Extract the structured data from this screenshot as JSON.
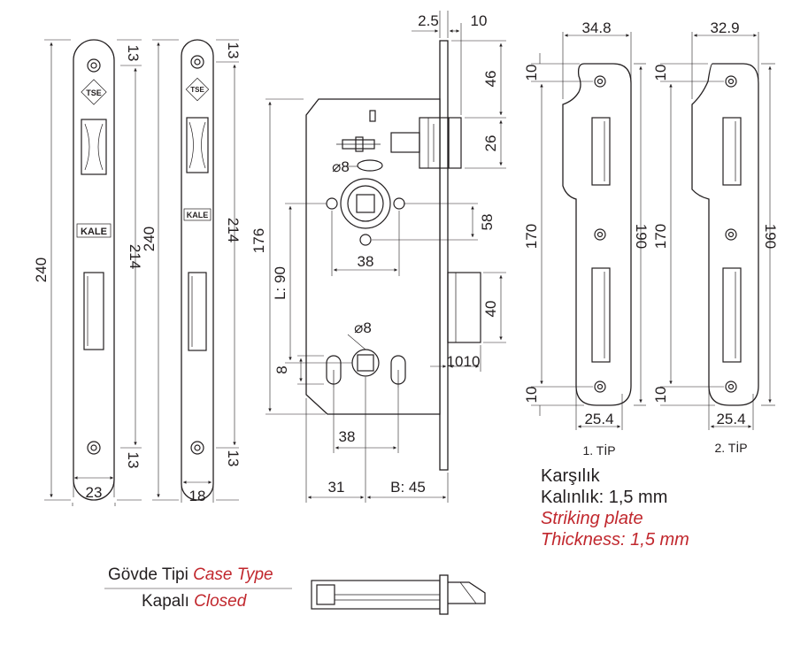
{
  "faceplate_a": {
    "length": "240",
    "hole_spacing": "214",
    "end_offset_top": "13",
    "end_offset_bottom": "13",
    "width": "23"
  },
  "faceplate_b": {
    "length": "240",
    "hole_spacing": "214",
    "end_offset_top": "13",
    "end_offset_bottom": "13",
    "width": "18"
  },
  "logos": {
    "tse": "TSE",
    "kale": "KALE"
  },
  "lock_body": {
    "faceplate_thickness": "2.5",
    "latch_projection": "10",
    "latch_offset_top": "46",
    "latch_height": "26",
    "follower_hole": "⌀8",
    "follower_spacing": "58",
    "follower_width": "38",
    "body_height": "176",
    "center_distance": "L: 90",
    "deadbolt_height": "40",
    "deadbolt_projection_a": "10",
    "deadbolt_projection_b": "10",
    "key_hole": "⌀8",
    "keyhole_slot": "8",
    "key_width": "38",
    "edge_offset": "31",
    "backset": "B: 45"
  },
  "strike_1": {
    "width": "34.8",
    "top_offset": "10",
    "bottom_offset": "10",
    "hole_spacing": "170",
    "length": "190",
    "slot_width": "25.4",
    "label": "1. TİP"
  },
  "strike_2": {
    "width": "32.9",
    "top_offset": "10",
    "bottom_offset": "10",
    "hole_spacing": "170",
    "length": "190",
    "slot_width": "25.4",
    "label": "2. TİP"
  },
  "strike_note": {
    "title_tr": "Karşılık",
    "thickness_tr": "Kalınlık: 1,5 mm",
    "title_en": "Striking plate",
    "thickness_en": "Thickness: 1,5 mm"
  },
  "case_type": {
    "label_tr": "Gövde Tipi",
    "label_en": "Case Type",
    "value_tr": "Kapalı",
    "value_en": "Closed"
  },
  "colors": {
    "line": "#231f20",
    "accent_red": "#c1272d"
  }
}
